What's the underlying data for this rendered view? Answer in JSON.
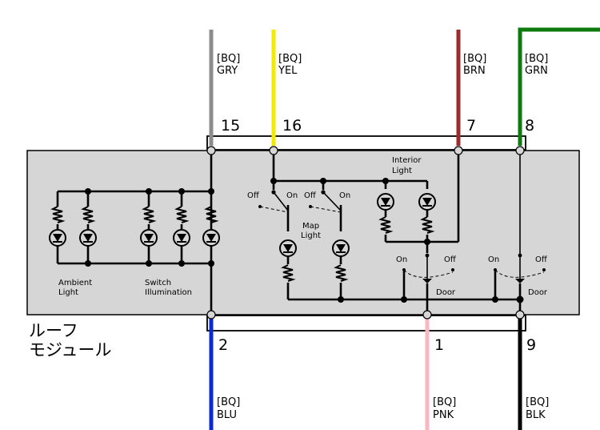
{
  "module": {
    "title_line1": "ルーフ",
    "title_line2": "モジュール"
  },
  "connectors": {
    "gry": {
      "pin": "15",
      "code": "[BQ]",
      "color_label": "GRY",
      "color": "#8c8c8c"
    },
    "yel": {
      "pin": "16",
      "code": "[BQ]",
      "color_label": "YEL",
      "color": "#f2ea00"
    },
    "brn": {
      "pin": "7",
      "code": "[BQ]",
      "color_label": "BRN",
      "color": "#9b2c2c"
    },
    "grn": {
      "pin": "8",
      "code": "[BQ]",
      "color_label": "GRN",
      "color": "#0d7a0d"
    },
    "blu": {
      "pin": "2",
      "code": "[BQ]",
      "color_label": "BLU",
      "color": "#0b2bd1"
    },
    "pnk": {
      "pin": "1",
      "code": "[BQ]",
      "color_label": "PNK",
      "color": "#f7b8c4"
    },
    "blk": {
      "pin": "9",
      "code": "[BQ]",
      "color_label": "BLK",
      "color": "#000000"
    }
  },
  "labels": {
    "ambient_1": "Ambient",
    "ambient_2": "Light",
    "switch_1": "Switch",
    "switch_2": "Illumination",
    "map_1": "Map",
    "map_2": "Light",
    "interior_1": "Interior",
    "interior_2": "Light",
    "off": "Off",
    "on": "On",
    "door": "Door"
  },
  "colors": {
    "module_fill": "#d6d6d6"
  }
}
